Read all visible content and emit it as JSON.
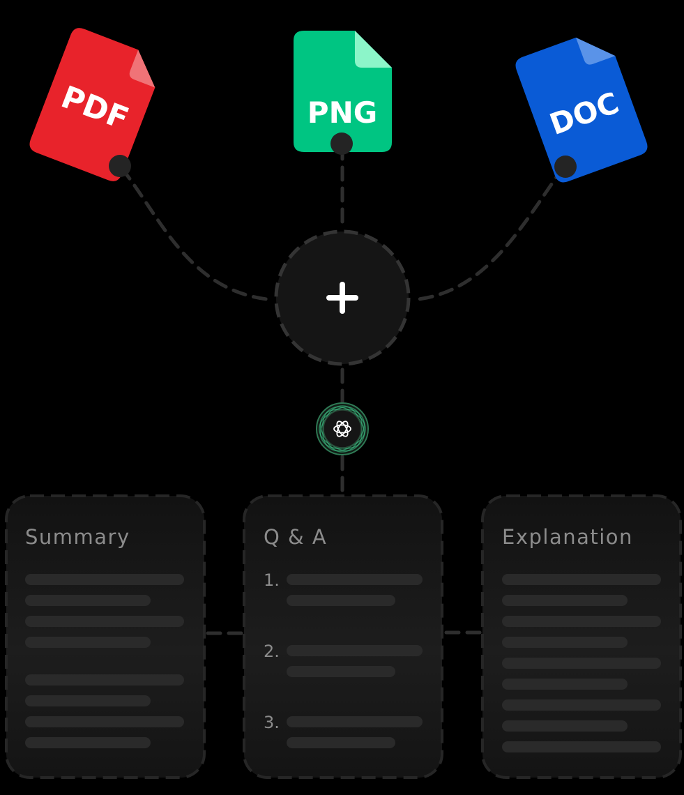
{
  "files": [
    {
      "label": "PDF",
      "color": "#e8232b",
      "fold_color": "#f07377"
    },
    {
      "label": "PNG",
      "color": "#00c582",
      "fold_color": "#8cf5c9"
    },
    {
      "label": "DOC",
      "color": "#0a5bd6",
      "fold_color": "#5a93e8"
    }
  ],
  "hub": {
    "icon": "plus-icon"
  },
  "ai_node": {
    "icon": "openai-logo-icon",
    "glow_color": "#3fc98a"
  },
  "cards": [
    {
      "title": "Summary"
    },
    {
      "title": "Q & A",
      "items": [
        "1.",
        "2.",
        "3."
      ]
    },
    {
      "title": "Explanation"
    }
  ]
}
